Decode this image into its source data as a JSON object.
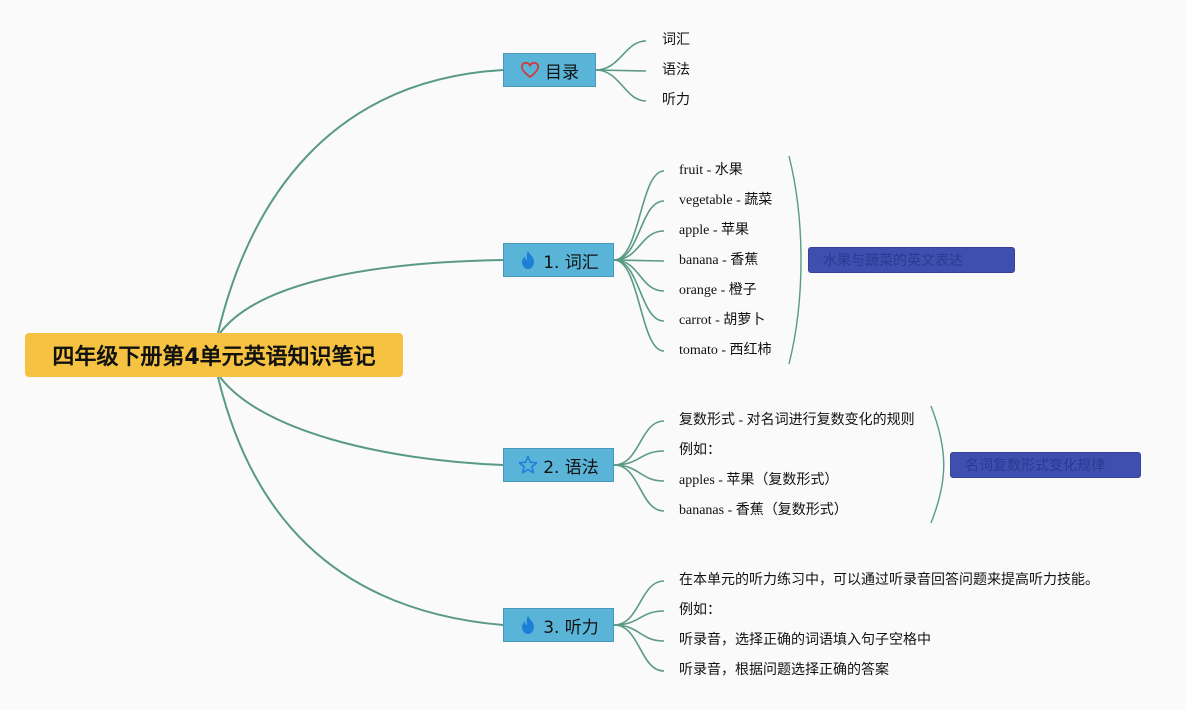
{
  "root": {
    "title": "四年级下册第4单元英语知识笔记"
  },
  "branches": {
    "toc": {
      "label": "目录",
      "icon": "heart-icon",
      "items": [
        "词汇",
        "语法",
        "听力"
      ]
    },
    "vocab": {
      "label": "1. 词汇",
      "icon": "flame-icon",
      "items": [
        "fruit - 水果",
        "vegetable - 蔬菜",
        "apple - 苹果",
        "banana - 香蕉",
        "orange - 橙子",
        "carrot - 胡萝卜",
        "tomato - 西红柿"
      ],
      "summary": "水果与蔬菜的英文表达"
    },
    "grammar": {
      "label": "2. 语法",
      "icon": "star-icon",
      "items": [
        "复数形式 - 对名词进行复数变化的规则",
        "例如：",
        "apples - 苹果（复数形式）",
        "bananas - 香蕉（复数形式）"
      ],
      "summary": "名词复数形式变化规律"
    },
    "listening": {
      "label": "3. 听力",
      "icon": "flame-icon",
      "items": [
        "在本单元的听力练习中，可以通过听录音回答问题来提高听力技能。",
        "例如：",
        "听录音，选择正确的词语填入句子空格中",
        "听录音，根据问题选择正确的答案"
      ]
    }
  },
  "colors": {
    "line": "#5a9a85",
    "root_bg": "#f5c242",
    "branch_bg": "#5ab4d8",
    "summary_bg": "#3e4fb0"
  }
}
